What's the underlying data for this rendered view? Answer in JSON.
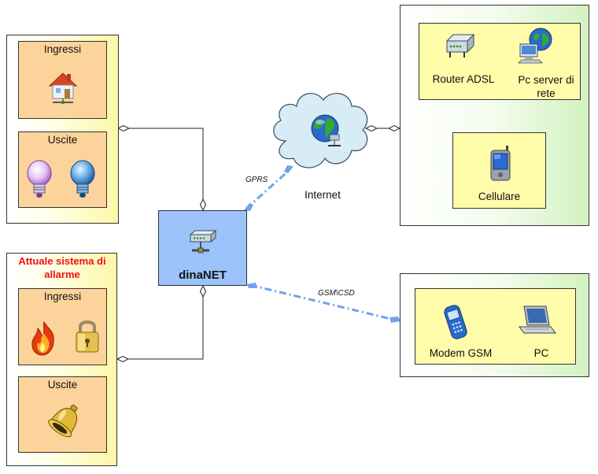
{
  "left_top_panel": {
    "inputs_title": "Ingressi",
    "outputs_title": "Uscite"
  },
  "left_bottom_panel": {
    "title": "Attuale sistema di allarme",
    "inputs_title": "Ingressi",
    "outputs_title": "Uscite"
  },
  "central": {
    "label": "dinaNET"
  },
  "internet": {
    "label": "Internet"
  },
  "links": {
    "gprs": "GPRS",
    "gsm": "GSM\\CSD"
  },
  "right_top_panel": {
    "router_label": "Router ADSL",
    "server_label": "Pc server di rete",
    "phone_label": "Cellulare"
  },
  "right_bottom_panel": {
    "modem_label": "Modem GSM",
    "pc_label": "PC"
  },
  "colors": {
    "central_box": "#9dc3fb",
    "link_dashed": "#6fa3ee",
    "alarm_title": "#ee1111",
    "orange_box": "#fcd49b",
    "yellow_box": "#fffcaa"
  }
}
